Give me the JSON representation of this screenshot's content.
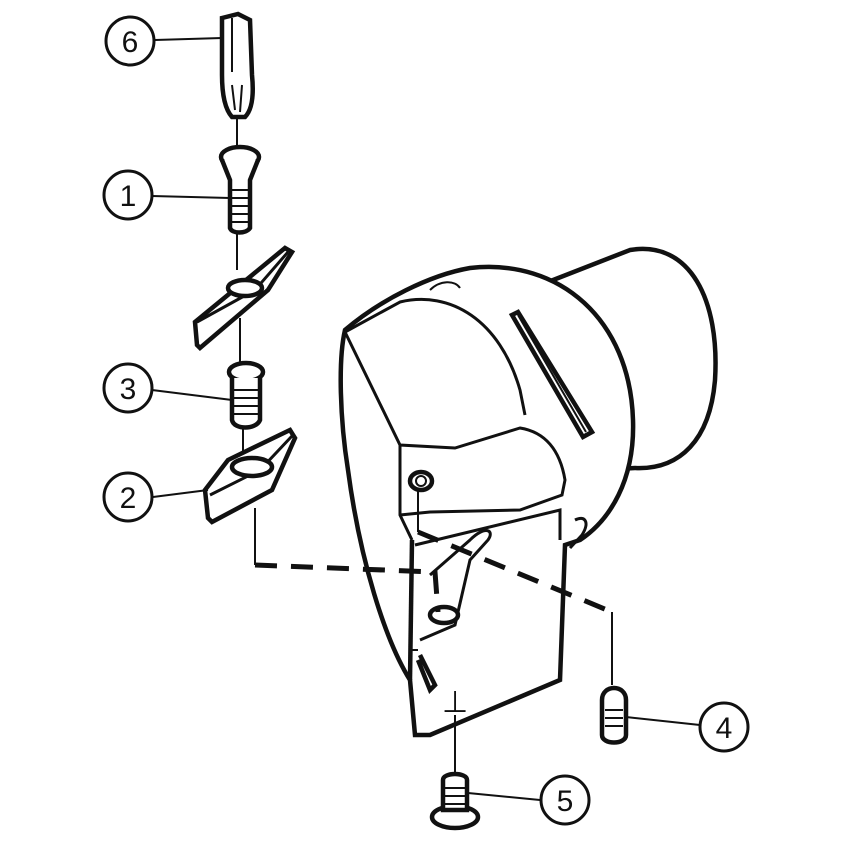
{
  "diagram": {
    "title": "Exploded view of cutting tool holder with insert and screws",
    "callouts": [
      {
        "id": "1",
        "label": "1",
        "part": "insert-clamp-screw"
      },
      {
        "id": "2",
        "label": "2",
        "part": "shim"
      },
      {
        "id": "3",
        "label": "3",
        "part": "shim-screw"
      },
      {
        "id": "4",
        "label": "4",
        "part": "set-screw"
      },
      {
        "id": "5",
        "label": "5",
        "part": "plate-screw"
      },
      {
        "id": "6",
        "label": "6",
        "part": "torx-key"
      }
    ],
    "colors": {
      "line": "#111111",
      "background": "#ffffff"
    }
  }
}
